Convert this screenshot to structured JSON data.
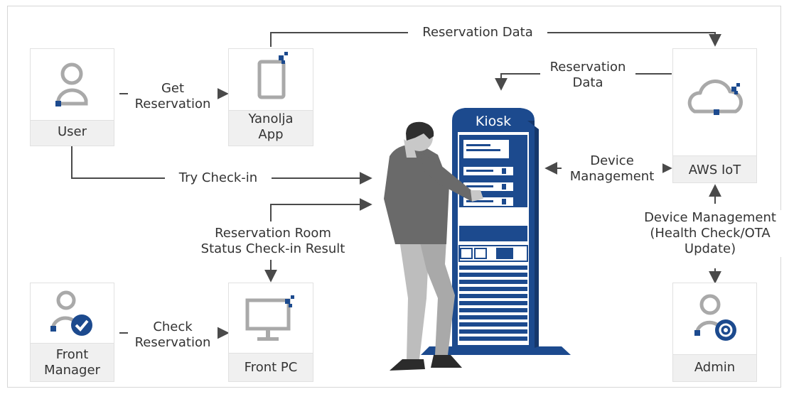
{
  "nodes": {
    "user": "User",
    "app_line1": "Yanolja",
    "app_line2": "App",
    "aws": "AWS IoT",
    "manager_line1": "Front",
    "manager_line2": "Manager",
    "frontpc": "Front PC",
    "admin": "Admin",
    "kiosk": "Kiosk"
  },
  "edges": {
    "get_res_1": "Get",
    "get_res_2": "Reservation",
    "res_data_top": "Reservation Data",
    "res_data_kiosk_1": "Reservation",
    "res_data_kiosk_2": "Data",
    "try_checkin": "Try Check-in",
    "dev_mgmt_1": "Device",
    "dev_mgmt_2": "Management",
    "room_status_1": "Reservation Room",
    "room_status_2": "Status Check-in Result",
    "check_res_1": "Check",
    "check_res_2": "Reservation",
    "admin_mgmt_1": "Device Management",
    "admin_mgmt_2": "(Health Check/OTA",
    "admin_mgmt_3": "Update)"
  },
  "colors": {
    "navy": "#1c4a8e",
    "line": "#4a4a4a",
    "icon": "#a9a9a9"
  }
}
